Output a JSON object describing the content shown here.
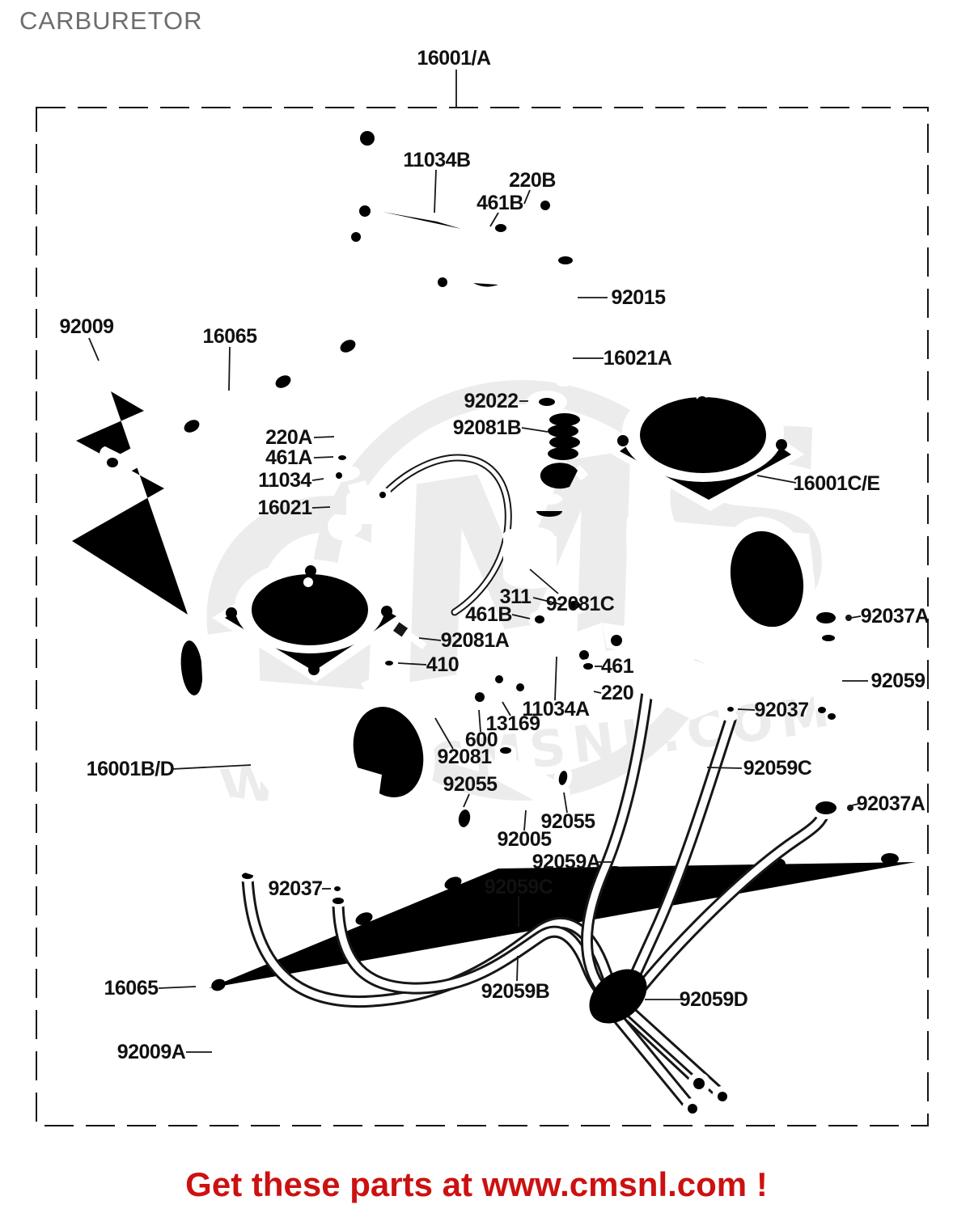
{
  "page": {
    "title": "CARBURETOR",
    "footer_text": "Get these parts at www.cmsnl.com !"
  },
  "colors": {
    "line": "#161616",
    "title": "#6d6d6d",
    "footer": "#cc1111",
    "watermark": "#777777",
    "background": "#ffffff"
  },
  "watermark": {
    "logo": "CMS",
    "url": "WWW.CMSNL.COM"
  },
  "diagram": {
    "labels": [
      {
        "text": "16001/A"
      },
      {
        "text": "11034B"
      },
      {
        "text": "220B"
      },
      {
        "text": "461B"
      },
      {
        "text": "92015"
      },
      {
        "text": "16021A"
      },
      {
        "text": "92009"
      },
      {
        "text": "16065"
      },
      {
        "text": "92022"
      },
      {
        "text": "92081B"
      },
      {
        "text": "220A"
      },
      {
        "text": "461A"
      },
      {
        "text": "11034"
      },
      {
        "text": "16021"
      },
      {
        "text": "16001C/E"
      },
      {
        "text": "92081C"
      },
      {
        "text": "311"
      },
      {
        "text": "461B"
      },
      {
        "text": "92081A"
      },
      {
        "text": "410"
      },
      {
        "text": "461"
      },
      {
        "text": "220"
      },
      {
        "text": "11034A"
      },
      {
        "text": "13169"
      },
      {
        "text": "600"
      },
      {
        "text": "92081"
      },
      {
        "text": "16001B/D"
      },
      {
        "text": "92055"
      },
      {
        "text": "92055"
      },
      {
        "text": "92005"
      },
      {
        "text": "92059A"
      },
      {
        "text": "92037A"
      },
      {
        "text": "92059"
      },
      {
        "text": "92037"
      },
      {
        "text": "92059C"
      },
      {
        "text": "92037A"
      },
      {
        "text": "92037"
      },
      {
        "text": "92059C"
      },
      {
        "text": "16065"
      },
      {
        "text": "92059B"
      },
      {
        "text": "92059D"
      },
      {
        "text": "92009A"
      }
    ]
  }
}
